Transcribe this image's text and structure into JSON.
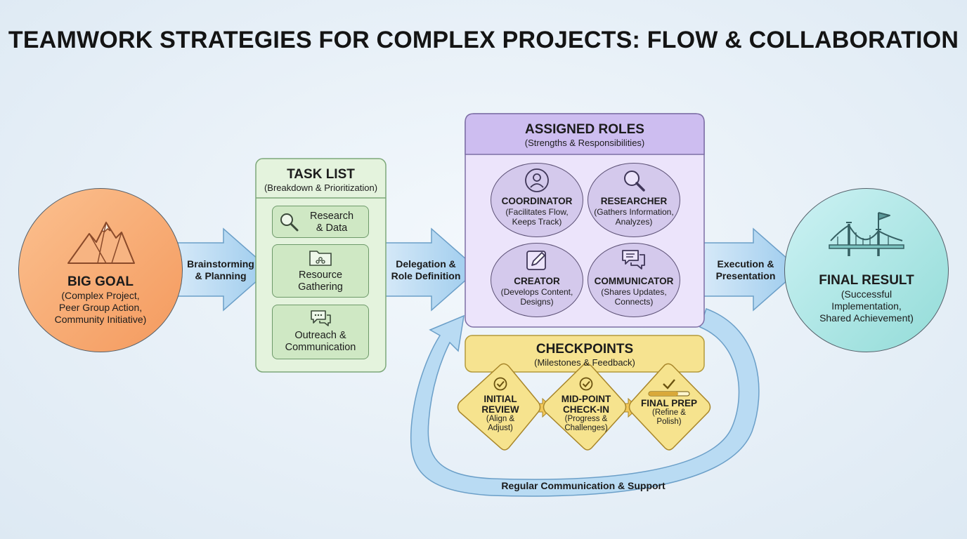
{
  "title": "TEAMWORK STRATEGIES FOR COMPLEX PROJECTS: FLOW & COLLABORATION",
  "big_goal": {
    "title": "BIG GOAL",
    "lines": [
      "(Complex Project,",
      "Peer Group Action,",
      "Community Initiative)"
    ]
  },
  "arrows": {
    "a1": [
      "Brainstorming",
      "& Planning"
    ],
    "a2": [
      "Delegation &",
      "Role Definition"
    ],
    "a3": [
      "Execution &",
      "Presentation"
    ],
    "loop": "Regular Communication & Support"
  },
  "task_list": {
    "title": "TASK LIST",
    "subtitle": "(Breakdown & Prioritization)",
    "items": [
      {
        "lines": [
          "Research",
          "& Data"
        ],
        "icon": "magnifier-icon"
      },
      {
        "lines": [
          "Resource",
          "Gathering"
        ],
        "icon": "folder-icon"
      },
      {
        "lines": [
          "Outreach &",
          "Communication"
        ],
        "icon": "chat-icon"
      }
    ]
  },
  "roles": {
    "title": "ASSIGNED ROLES",
    "subtitle": "(Strengths & Responsibilities)",
    "items": [
      {
        "title": "COORDINATOR",
        "lines": [
          "(Facilitates Flow,",
          "Keeps Track)"
        ],
        "icon": "user-cycle-icon"
      },
      {
        "title": "RESEARCHER",
        "lines": [
          "(Gathers Information,",
          "Analyzes)"
        ],
        "icon": "magnifier-icon"
      },
      {
        "title": "CREATOR",
        "lines": [
          "(Develops Content,",
          "Designs)"
        ],
        "icon": "pencil-icon"
      },
      {
        "title": "COMMUNICATOR",
        "lines": [
          "(Shares Updates,",
          "Connects)"
        ],
        "icon": "chat-icon"
      }
    ]
  },
  "checkpoints": {
    "title": "CHECKPOINTS",
    "subtitle": "(Milestones & Feedback)",
    "items": [
      {
        "title_lines": [
          "INITIAL",
          "REVIEW"
        ],
        "lines": [
          "(Align &",
          "Adjust)"
        ],
        "icon": "check-circle-icon"
      },
      {
        "title_lines": [
          "MID-POINT",
          "CHECK-IN"
        ],
        "lines": [
          "(Progress &",
          "Challenges)"
        ],
        "icon": "check-circle-icon"
      },
      {
        "title_lines": [
          "FINAL PREP"
        ],
        "lines": [
          "(Refine &",
          "Polish)"
        ],
        "icon": "check-icon"
      }
    ]
  },
  "final_result": {
    "title": "FINAL RESULT",
    "lines": [
      "(Successful",
      "Implementation,",
      "Shared Achievement)"
    ]
  },
  "colors": {
    "goal": "#f7a56b",
    "tasks": "#d9efd0",
    "roles": "#e7defa",
    "checkpoints": "#f7e79a",
    "result": "#a9e6e6",
    "arrow": "#a9d0ef"
  }
}
